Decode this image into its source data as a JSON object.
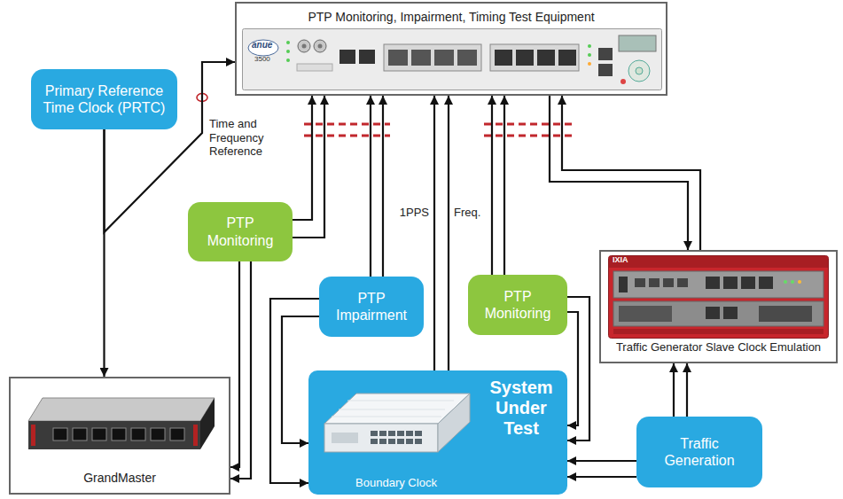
{
  "diagram": {
    "nodes": [
      {
        "text": [
          "PTP Monitoring, Impairment, Timing Test Equipment"
        ]
      },
      {
        "text": [
          "Primary Reference Time Clock (PRTC)"
        ]
      },
      {
        "text": [
          "PTP Monitoring"
        ]
      },
      {
        "text": [
          "PTP Impairment"
        ]
      },
      {
        "text": [
          "PTP Monitoring"
        ]
      },
      {
        "text": [
          "Traffic Generator Slave Clock Emulation"
        ]
      },
      {
        "text": [
          "GrandMaster"
        ]
      },
      {
        "text": [
          "System Under Test",
          "Boundary Clock"
        ]
      },
      {
        "text": [
          "Traffic Generation"
        ]
      }
    ],
    "edges": [
      {
        "from": 1,
        "to": 0,
        "label": "Time and Frequency Reference",
        "arrow": "to"
      },
      {
        "from": 1,
        "to": 6,
        "arrow": "to"
      },
      {
        "from": 2,
        "to": 0,
        "arrow": "to"
      },
      {
        "from": 2,
        "to": 6,
        "arrow": "to"
      },
      {
        "from": 3,
        "to": 0,
        "arrow": "to"
      },
      {
        "from": 3,
        "to": 7,
        "arrow": "to"
      },
      {
        "from": 7,
        "to": 0,
        "label": "1PPS",
        "arrow": "to"
      },
      {
        "from": 7,
        "to": 0,
        "label": "Freq.",
        "arrow": "to"
      },
      {
        "from": 4,
        "to": 0,
        "arrow": "to"
      },
      {
        "from": 4,
        "to": 7,
        "arrow": "to"
      },
      {
        "from": 0,
        "to": 5,
        "arrow": "both"
      },
      {
        "from": 8,
        "to": 5,
        "arrow": "to"
      },
      {
        "from": 8,
        "to": 7,
        "arrow": "to"
      }
    ],
    "labels": [
      "anue",
      "3500",
      "IXIA"
    ]
  }
}
